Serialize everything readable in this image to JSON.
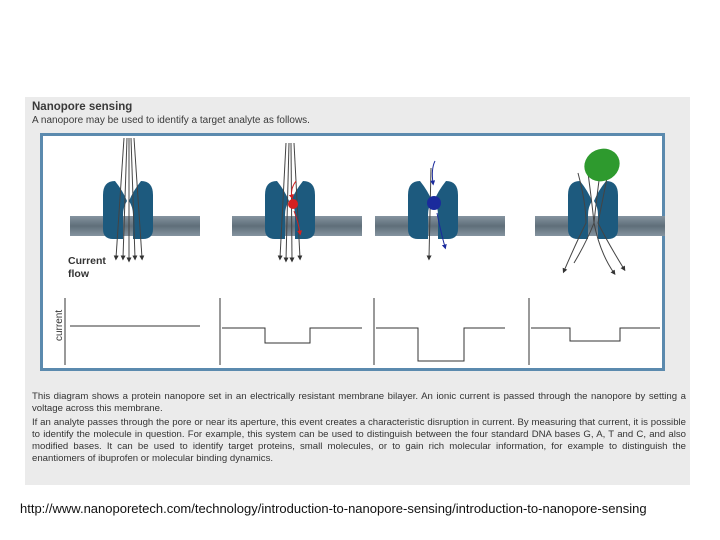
{
  "header": {
    "title": "Nanopore sensing",
    "subtitle": "A nanopore may be used to identify a target analyte as follows."
  },
  "diagram": {
    "current_flow_label_1": "Current",
    "current_flow_label_2": "flow",
    "y_axis_label": "current",
    "colors": {
      "frame": "#5b8aae",
      "protein": "#1d5a7e",
      "membrane": "#6f7f8a",
      "analyte_red": "#d42020",
      "analyte_blue": "#1a2a9c",
      "analyte_green": "#2e9a2e"
    }
  },
  "description": {
    "paragraph_1": "This diagram shows a protein nanopore set in an electrically resistant membrane bilayer. An ionic current is passed through the nanopore by setting a voltage across this membrane.",
    "paragraph_2": "If an analyte passes through the pore or near its aperture, this event creates a characteristic disruption in current. By measuring that current, it is possible to identify the molecule in question. For example, this system can be used to distinguish between the four standard DNA bases G, A, T and C, and also modified bases. It can be used to identify target proteins, small molecules, or to gain rich molecular information, for example to distinguish the enantiomers of ibuprofen or molecular binding dynamics."
  },
  "footer": {
    "url": "http://www.nanoporetech.com/technology/introduction-to-nanopore-sensing/introduction-to-nanopore-sensing"
  }
}
